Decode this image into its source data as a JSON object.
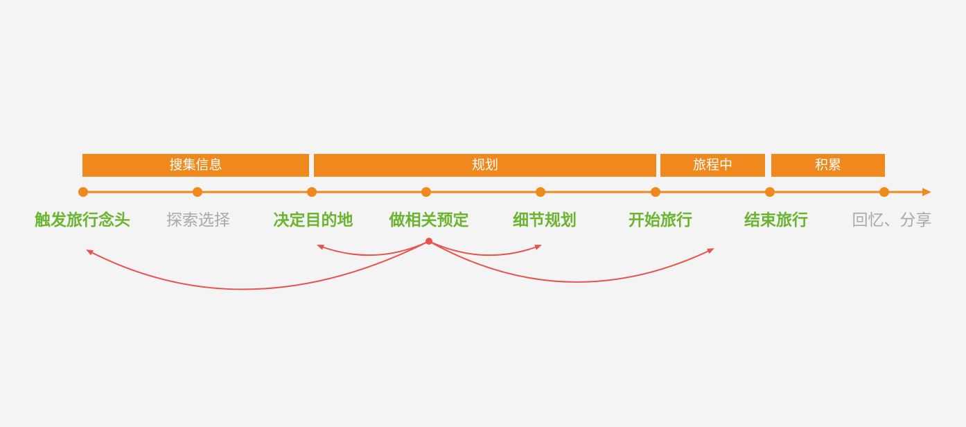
{
  "colors": {
    "background": "#f4f4f4",
    "phase_bar": "#f0891d",
    "timeline": "#f0891d",
    "highlight_text": "#6bb42f",
    "muted_text": "#a9a9a9",
    "arc": "#e8524a"
  },
  "phases": [
    {
      "label": "搜集信息"
    },
    {
      "label": "规划"
    },
    {
      "label": "旅程中"
    },
    {
      "label": "积累"
    }
  ],
  "stages": [
    {
      "label": "触发旅行念头",
      "highlight": true
    },
    {
      "label": "探索选择",
      "highlight": false
    },
    {
      "label": "决定目的地",
      "highlight": true
    },
    {
      "label": "做相关预定",
      "highlight": true
    },
    {
      "label": "细节规划",
      "highlight": true
    },
    {
      "label": "开始旅行",
      "highlight": true
    },
    {
      "label": "结束旅行",
      "highlight": true
    },
    {
      "label": "回忆、分享",
      "highlight": false
    }
  ],
  "links": [
    {
      "from": "做相关预定",
      "to": "触发旅行念头"
    },
    {
      "from": "做相关预定",
      "to": "决定目的地"
    },
    {
      "from": "做相关预定",
      "to": "细节规划"
    },
    {
      "from": "做相关预定",
      "to": "开始旅行"
    }
  ]
}
